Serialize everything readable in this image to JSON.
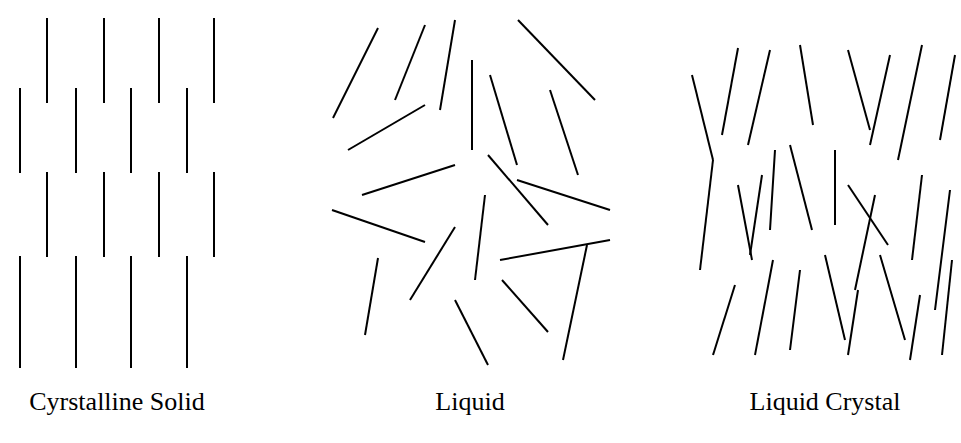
{
  "diagram": {
    "labels": [
      "Cyrstalline Solid",
      "Liquid",
      "Liquid Crystal"
    ]
  }
}
